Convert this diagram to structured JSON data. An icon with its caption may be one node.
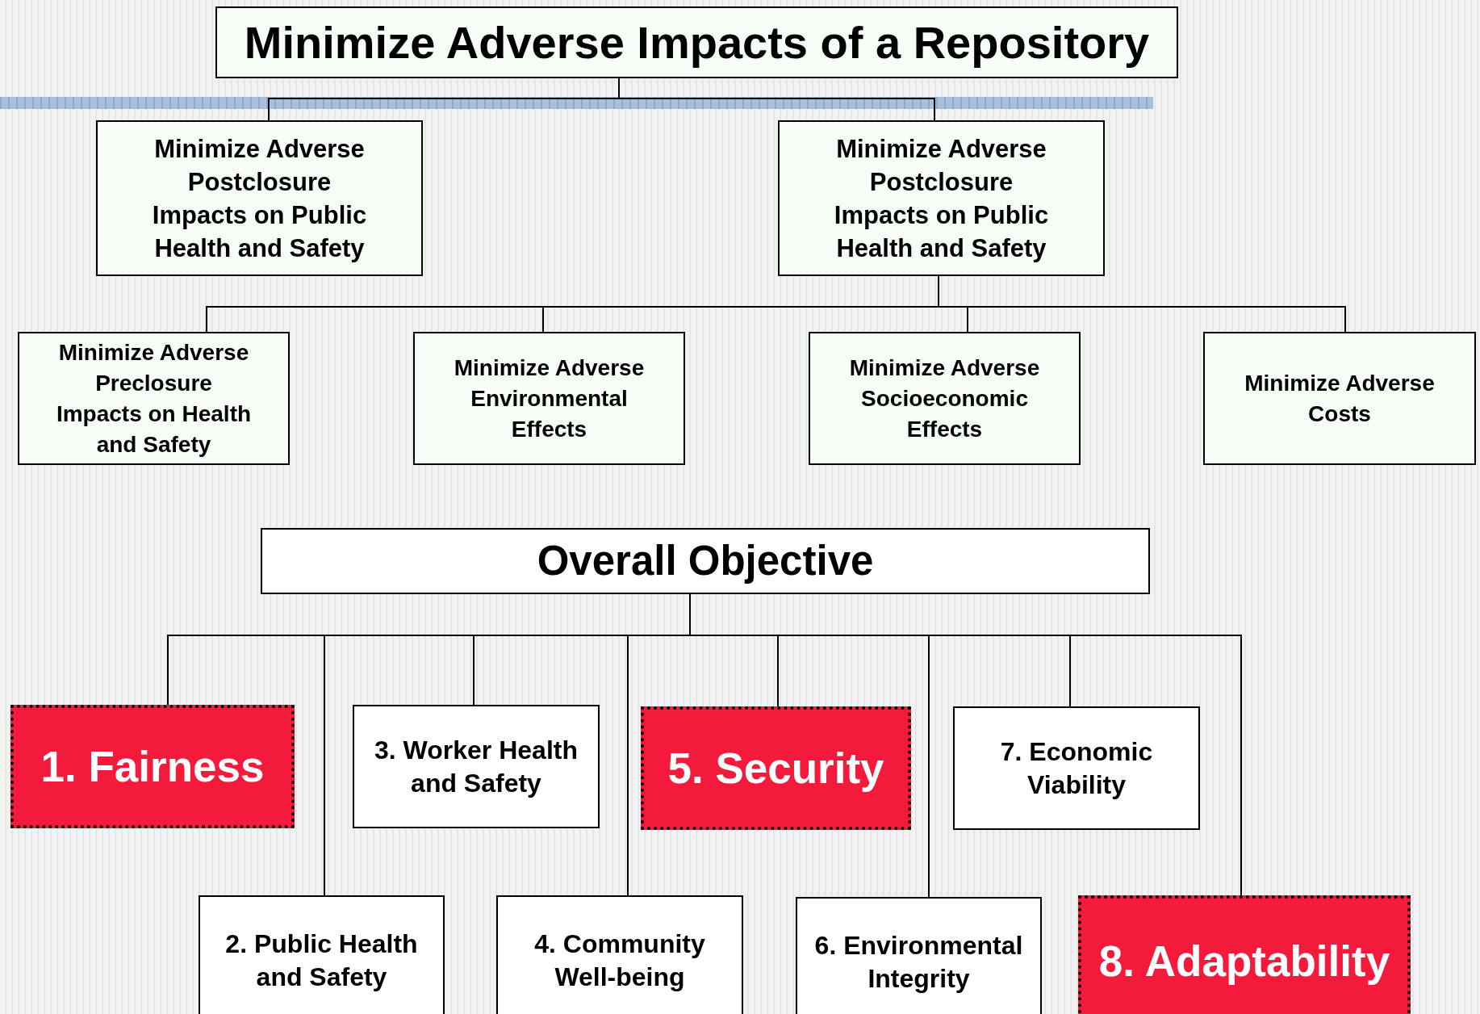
{
  "diagram": {
    "nodes": [
      {
        "text": [
          "Minimize Adverse Impacts of a Repository"
        ]
      },
      {
        "text": [
          "Minimize Adverse Postclosure Impacts on Public Health and Safety"
        ]
      },
      {
        "text": [
          "Minimize Adverse Postclosure Impacts on Public Health and Safety"
        ]
      },
      {
        "text": [
          "Minimize Adverse Preclosure Impacts on Health and Safety"
        ]
      },
      {
        "text": [
          "Minimize Adverse Environmental Effects"
        ]
      },
      {
        "text": [
          "Minimize Adverse Socioeconomic Effects"
        ]
      },
      {
        "text": [
          "Minimize Adverse Costs"
        ]
      },
      {
        "text": [
          "Overall Objective"
        ]
      },
      {
        "text": [
          "1.  Fairness"
        ]
      },
      {
        "text": [
          "2. Public Health and Safety"
        ]
      },
      {
        "text": [
          "3. Worker Health and Safety"
        ]
      },
      {
        "text": [
          "4. Community Well-being"
        ]
      },
      {
        "text": [
          "5. Security"
        ]
      },
      {
        "text": [
          "6. Environmental Integrity"
        ]
      },
      {
        "text": [
          "7. Economic Viability"
        ]
      },
      {
        "text": [
          "8. Adaptability"
        ]
      },
      {
        "text": [],
        "shape": "bar"
      }
    ],
    "edges": [
      {
        "from": 0,
        "to": 1,
        "arrow": "none"
      },
      {
        "from": 0,
        "to": 2,
        "arrow": "none"
      },
      {
        "from": 2,
        "to": 3,
        "arrow": "none"
      },
      {
        "from": 2,
        "to": 4,
        "arrow": "none"
      },
      {
        "from": 2,
        "to": 5,
        "arrow": "none"
      },
      {
        "from": 2,
        "to": 6,
        "arrow": "none"
      },
      {
        "from": 7,
        "to": 8,
        "arrow": "none"
      },
      {
        "from": 7,
        "to": 9,
        "arrow": "none"
      },
      {
        "from": 7,
        "to": 10,
        "arrow": "none"
      },
      {
        "from": 7,
        "to": 11,
        "arrow": "none"
      },
      {
        "from": 7,
        "to": 12,
        "arrow": "none"
      },
      {
        "from": 7,
        "to": 13,
        "arrow": "none"
      },
      {
        "from": 7,
        "to": 14,
        "arrow": "none"
      },
      {
        "from": 7,
        "to": 15,
        "arrow": "none"
      }
    ]
  }
}
